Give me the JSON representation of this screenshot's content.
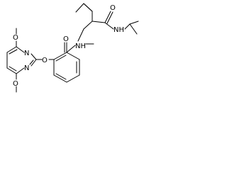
{
  "molecule": {
    "atom_labels": {
      "amide_o_top": "O",
      "amide_nh_right": "NH",
      "amide_o_left": "O",
      "amide_nh_center": "NH",
      "ring_n_upper": "N",
      "ring_n_lower": "N",
      "ether_o": "O",
      "methoxy_o_upper": "O",
      "methoxy_o_lower": "O"
    },
    "colors": {
      "bond": "#000000",
      "text": "#000000",
      "background": "#ffffff"
    }
  }
}
